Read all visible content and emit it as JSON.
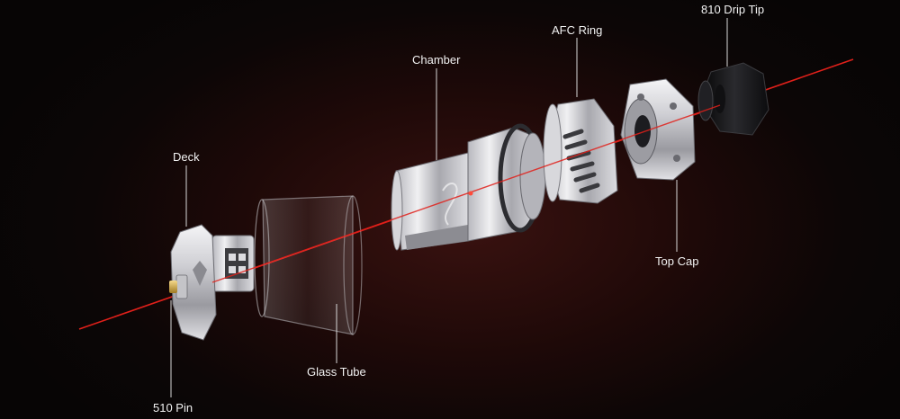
{
  "labels": {
    "drip_tip": "810 Drip Tip",
    "afc_ring": "AFC Ring",
    "chamber": "Chamber",
    "deck": "Deck",
    "top_cap": "Top Cap",
    "glass_tube": "Glass Tube",
    "pin_510": "510 Pin"
  },
  "colors": {
    "laser": "#e0201a",
    "metal_light": "#e8e8ea",
    "metal_dark": "#7c7c82",
    "drip_tip": "#1a1a1c",
    "label_text": "#f2f2f2"
  }
}
